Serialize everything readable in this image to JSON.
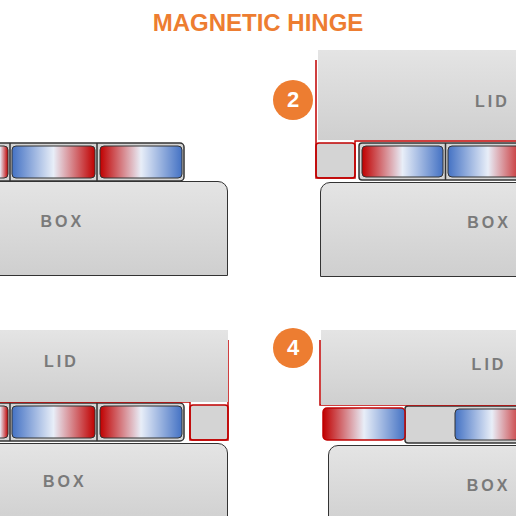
{
  "diagram": {
    "title": "MAGNETIC HINGE",
    "nodes": [
      {
        "text": [
          "BOX"
        ]
      },
      {
        "text": [
          "2"
        ]
      },
      {
        "text": [
          "LID"
        ]
      },
      {
        "text": [
          "BOX"
        ]
      },
      {
        "text": [
          "LID"
        ]
      },
      {
        "text": [
          "BOX"
        ]
      },
      {
        "text": [
          "4"
        ]
      },
      {
        "text": [
          "LID"
        ]
      },
      {
        "text": [
          "BOX"
        ]
      }
    ]
  }
}
